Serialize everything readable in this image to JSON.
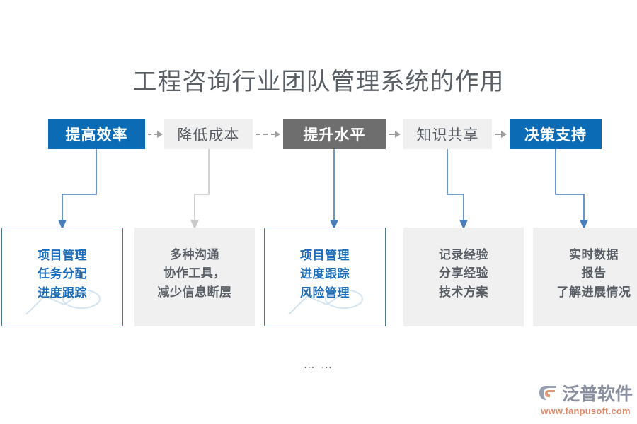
{
  "page": {
    "title": "工程咨询行业团队管理系统的作用",
    "ellipsis": "… …",
    "background_color": "#ffffff",
    "title_color": "#5a5f66"
  },
  "colors": {
    "accent_blue": "#0b6cb5",
    "text_blue": "#1b6cb8",
    "light_gray_fill": "#f0f0f0",
    "dark_gray_fill": "#6e6e6e",
    "body_gray": "#5a5f66",
    "arrow_gray": "#9d9d9d",
    "arrow_blue": "#4a7ebb",
    "outline_teal": "#4f7a8c",
    "brand_gray": "#8a8fa0",
    "brand_orange": "#d98a6a"
  },
  "flow": {
    "stages": [
      {
        "label": "提高效率",
        "style": "blue"
      },
      {
        "label": "降低成本",
        "style": "light-gray"
      },
      {
        "label": "提升水平",
        "style": "dark-gray"
      },
      {
        "label": "知识共享",
        "style": "light-gray"
      },
      {
        "label": "决策支持",
        "style": "blue"
      }
    ],
    "stage_connectors": [
      {
        "from": "提高效率",
        "to": "降低成本",
        "kind": "dashed-arrow-right"
      },
      {
        "from": "降低成本",
        "to": "提升水平",
        "kind": "dashed-arrow-right"
      },
      {
        "from": "提升水平",
        "to": "知识共享",
        "kind": "dashed-arrow-right"
      },
      {
        "from": "知识共享",
        "to": "决策支持",
        "kind": "dashed-arrow-right"
      }
    ],
    "details": [
      {
        "style": "outlined-blue",
        "lines": [
          "项目管理",
          "任务分配",
          "进度跟踪"
        ],
        "connector_color": "#4a7ebb",
        "connector_shape": "down-left-down"
      },
      {
        "style": "filled-gray",
        "lines": [
          "多种沟通",
          "协作工具，",
          "减少信息断层"
        ],
        "connector_color": "#c8c8c8",
        "connector_shape": "down-left-down"
      },
      {
        "style": "outlined-blue",
        "lines": [
          "项目管理",
          "进度跟踪",
          "风险管理"
        ],
        "connector_color": "#4a7ebb",
        "connector_shape": "straight-down"
      },
      {
        "style": "filled-gray",
        "lines": [
          "记录经验",
          "分享经验",
          "技术方案"
        ],
        "connector_color": "#4a7ebb",
        "connector_shape": "down-right-down"
      },
      {
        "style": "filled-gray",
        "lines": [
          "实时数据",
          "报告",
          "了解进展情况"
        ],
        "connector_color": "#4a7ebb",
        "connector_shape": "down-right-down"
      }
    ]
  },
  "brand": {
    "name": "泛普软件",
    "url": "www.fanpusoft.com"
  }
}
